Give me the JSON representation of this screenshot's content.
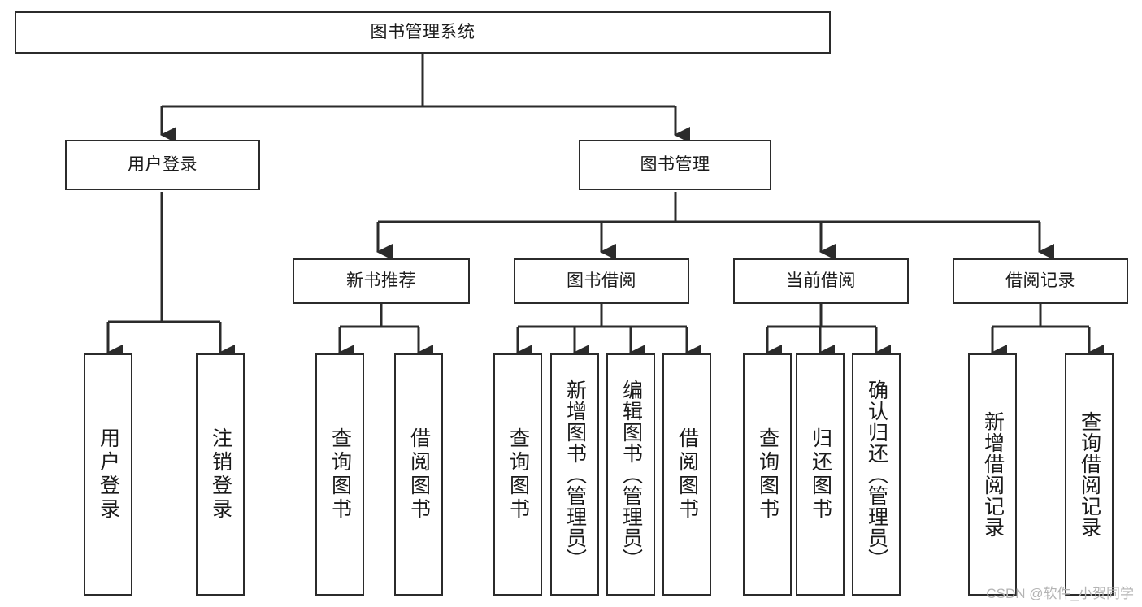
{
  "diagram": {
    "type": "tree-hierarchy-chart",
    "title": "图书管理系统",
    "line_color": "#2b2b2b",
    "box_fill": "#ffffff",
    "text_color": "#1a1a1a",
    "watermark": "CSDN @软件_小贺同学"
  },
  "nodes": {
    "root": {
      "label": "图书管理系统"
    },
    "level1": [
      {
        "id": "user-login",
        "label": "用户登录"
      },
      {
        "id": "book-management",
        "label": "图书管理"
      }
    ],
    "level2": [
      {
        "id": "new-book-recommend",
        "label": "新书推荐"
      },
      {
        "id": "book-borrow",
        "label": "图书借阅"
      },
      {
        "id": "current-borrow",
        "label": "当前借阅"
      },
      {
        "id": "borrow-record",
        "label": "借阅记录"
      }
    ],
    "leaves": {
      "user-login": [
        {
          "id": "leaf-user-login",
          "label": "用户登录"
        },
        {
          "id": "leaf-user-logout",
          "label": "注销登录"
        }
      ],
      "new-book-recommend": [
        {
          "id": "leaf-query-book-1",
          "label": "查询图书"
        },
        {
          "id": "leaf-borrow-book-1",
          "label": "借阅图书"
        }
      ],
      "book-borrow": [
        {
          "id": "leaf-query-book-2",
          "label": "查询图书"
        },
        {
          "id": "leaf-add-book",
          "label": "新增图书（管理员）"
        },
        {
          "id": "leaf-edit-book",
          "label": "编辑图书（管理员）"
        },
        {
          "id": "leaf-borrow-book-2",
          "label": "借阅图书"
        }
      ],
      "current-borrow": [
        {
          "id": "leaf-query-book-3",
          "label": "查询图书"
        },
        {
          "id": "leaf-return-book",
          "label": "归还图书"
        },
        {
          "id": "leaf-confirm-return",
          "label": "确认归还（管理员）"
        }
      ],
      "borrow-record": [
        {
          "id": "leaf-add-record",
          "label": "新增借阅记录"
        },
        {
          "id": "leaf-query-record",
          "label": "查询借阅记录"
        }
      ]
    }
  }
}
